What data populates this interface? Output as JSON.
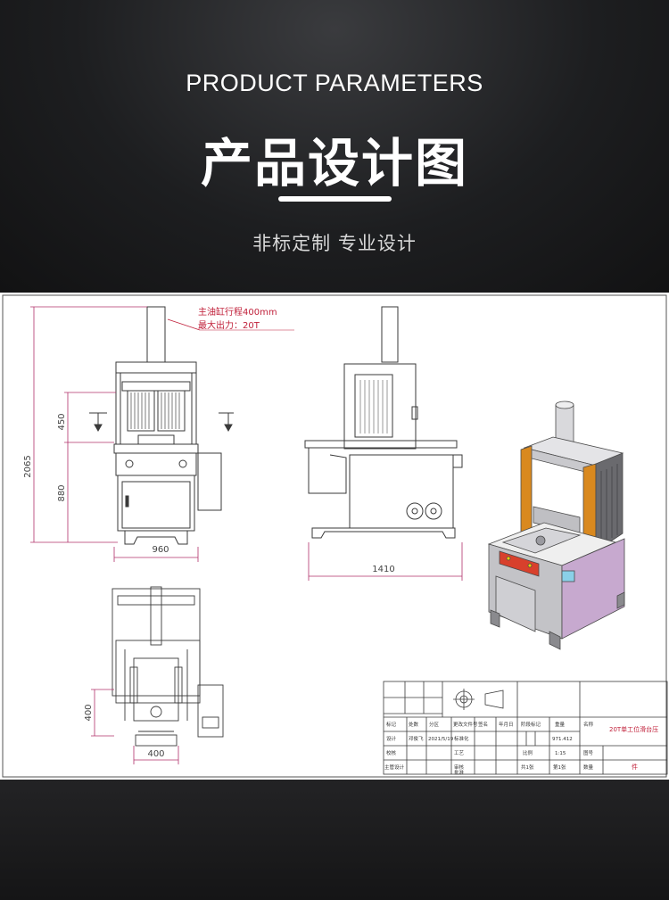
{
  "header": {
    "en_title": "PRODUCT PARAMETERS",
    "cn_title": "产品设计图",
    "subtitle": "非标定制  专业设计"
  },
  "drawing": {
    "annotation_stroke": "主油缸行程400mm",
    "annotation_force": "最大出力：20T",
    "dims": {
      "front_total_height": "2065",
      "front_upper": "450",
      "front_lower": "880",
      "front_width": "960",
      "side_width": "1410",
      "top_height": "400",
      "top_width": "400"
    },
    "colors": {
      "dimension": "#b0306a",
      "annotation": "#c0203a",
      "line": "#3a3a3a",
      "frame_orange": "#d9891f",
      "body_grey": "#b8b8bc",
      "lavender": "#c7a9cf",
      "panel_red": "#d8402c"
    },
    "title_block": {
      "r1": [
        "标记",
        "处数",
        "分区",
        "更改文件号",
        "签名",
        "年月日"
      ],
      "r2": [
        "设计",
        "邓俊飞",
        "2021/5/19",
        "标准化"
      ],
      "r3": [
        "校核",
        "工艺"
      ],
      "r4": [
        "主管设计",
        "审核"
      ],
      "r5": [
        "批准"
      ],
      "stage_label": "阶段标记",
      "weight_label": "重量",
      "scale_label": "比例",
      "weight_value": "971.412",
      "scale_value": "1:15",
      "sheets_total": "共1张",
      "sheet_no": "第1张",
      "name_label": "名称",
      "name_value": "20T单工位滑台压",
      "drawing_no_label": "图号",
      "qty_label": "数量",
      "qty_value": "件"
    }
  }
}
